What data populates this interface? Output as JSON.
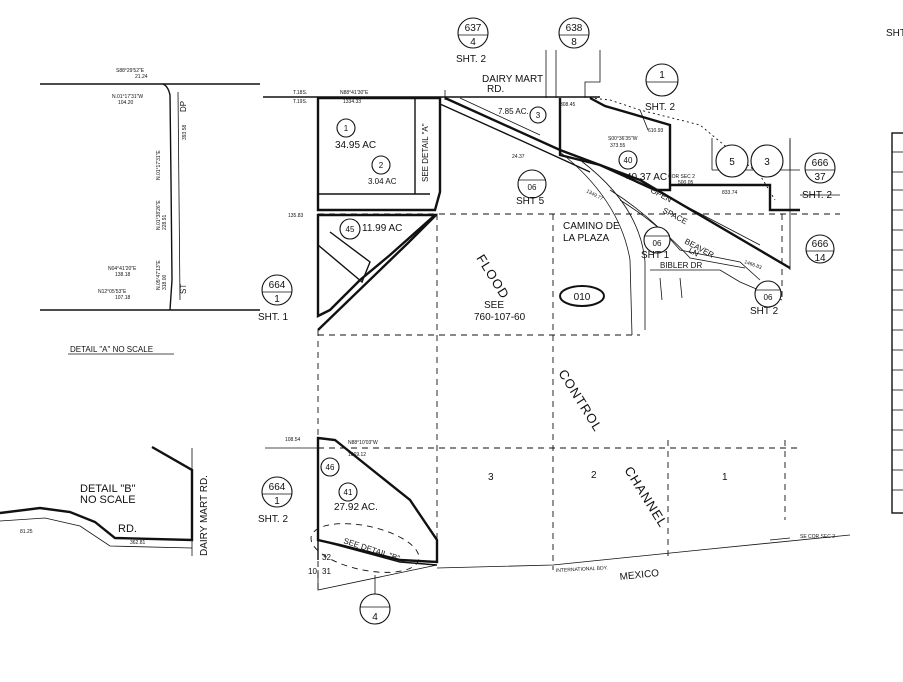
{
  "detail_a": {
    "title": "DETAIL \"A\"   NO SCALE",
    "calls": [
      "S88°29'52\"E",
      "21.24",
      "N.01°17'31\"W",
      "104.20",
      "N.01°17'31\"E",
      "393.58",
      "N.01°38'26\"E",
      "228.91",
      "N.05°47'13\"E",
      "318.00",
      "N04°41'20\"E",
      "138.18",
      "N12°05'53\"E",
      "107.18"
    ],
    "labels": [
      "DP",
      "ST"
    ]
  },
  "detail_b": {
    "title_line1": "DETAIL \"B\"",
    "title_line2": "NO SCALE",
    "rd": "RD.",
    "dairy_mart": "DAIRY MART RD.",
    "dims": [
      "362.81",
      "81.25"
    ]
  },
  "roads": {
    "dairy_mart_line1": "DAIRY MART",
    "dairy_mart_line2": "RD.",
    "camino_line1": "CAMINO DE",
    "camino_line2": "LA PLAZA",
    "bibler": "BIBLER DR",
    "beaver_line1": "BEAVER",
    "beaver_line2": "LN",
    "open_space": [
      "OPEN",
      "SPACE"
    ],
    "mexico": "MEXICO",
    "intl_bdy": "INTERNATIONAL BDY.",
    "see_detail_a": "SEE DETAIL \"A\"",
    "see_detail_b": "SEE DETAIL \"B\""
  },
  "flood_channel": [
    "FLOOD",
    "CONTROL",
    "CHANNEL"
  ],
  "see_ref_line1": "SEE",
  "see_ref_line2": "760-107-60",
  "book_oval": "010",
  "sheet_refs": [
    {
      "top": "637",
      "bottom": "4",
      "label": "SHT. 2"
    },
    {
      "top": "638",
      "bottom": "8",
      "label": ""
    },
    {
      "top": "1",
      "bottom": "",
      "label": "SHT. 2"
    },
    {
      "top": "666",
      "bottom": "37",
      "label": "SHT. 2"
    },
    {
      "top": "666",
      "bottom": "14",
      "label": ""
    },
    {
      "top": "664",
      "bottom": "1",
      "label": "SHT. 1"
    },
    {
      "top": "664",
      "bottom": "1",
      "label": "SHT. 2"
    },
    {
      "top": "4",
      "bottom": "",
      "label": ""
    }
  ],
  "parcels": [
    {
      "num": "1",
      "acres": "34.95 AC"
    },
    {
      "num": "2",
      "acres": "3.04 AC"
    },
    {
      "num": "3",
      "acres": "7.85 AC."
    },
    {
      "num": "40",
      "acres": "40.37 AC"
    },
    {
      "num": "45",
      "acres": "11.99 AC"
    },
    {
      "num": "41",
      "acres": "27.92 AC."
    },
    {
      "num": "46",
      "acres": ""
    }
  ],
  "sub_refs": [
    {
      "num": "06",
      "label": "SHT 5"
    },
    {
      "num": "06",
      "label": "SHT 1"
    },
    {
      "num": "06",
      "label": "SHT 2"
    }
  ],
  "boxes": [
    "5",
    "3"
  ],
  "sections": [
    "3",
    "2",
    "1"
  ],
  "small_labels": [
    "10",
    "31",
    "32"
  ],
  "sht_right": "SHT",
  "dimensions": [
    "T.18S.",
    "T.19S.",
    "N88°41'30\"E",
    "1334.33",
    "S00°36'35\"W",
    "373.55",
    "833.74",
    "1349.77",
    "1466.83",
    "1069.12",
    "500.05",
    "135.83",
    "108.54",
    "24.37",
    "308.45",
    "610.93",
    "N88°10'03\"W"
  ],
  "corner_note": "SE COR SEC 2",
  "sec_note": "COR SEC 2"
}
